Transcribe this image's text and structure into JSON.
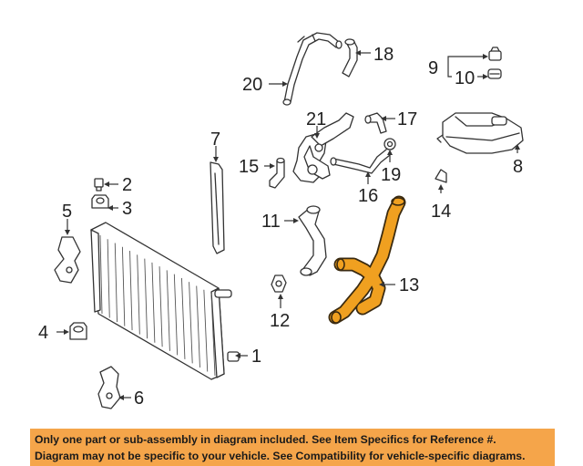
{
  "diagram": {
    "callouts": {
      "c1": "1",
      "c2": "2",
      "c3": "3",
      "c4": "4",
      "c5": "5",
      "c6": "6",
      "c7": "7",
      "c8": "8",
      "c9": "9",
      "c10": "10",
      "c11": "11",
      "c12": "12",
      "c13": "13",
      "c14": "14",
      "c15": "15",
      "c16": "16",
      "c17": "17",
      "c18": "18",
      "c19": "19",
      "c20": "20",
      "c21": "21"
    },
    "highlighted_part": "13",
    "colors": {
      "highlight": "#f0a020",
      "notice_background": "#f5a54a",
      "line_art": "#333333"
    }
  },
  "notice": {
    "line1": "Only one part or sub-assembly in diagram included. See Item Specifics for Reference #.",
    "line2": "Diagram may not be specific to your vehicle. See Compatibility for vehicle-specific diagrams."
  }
}
